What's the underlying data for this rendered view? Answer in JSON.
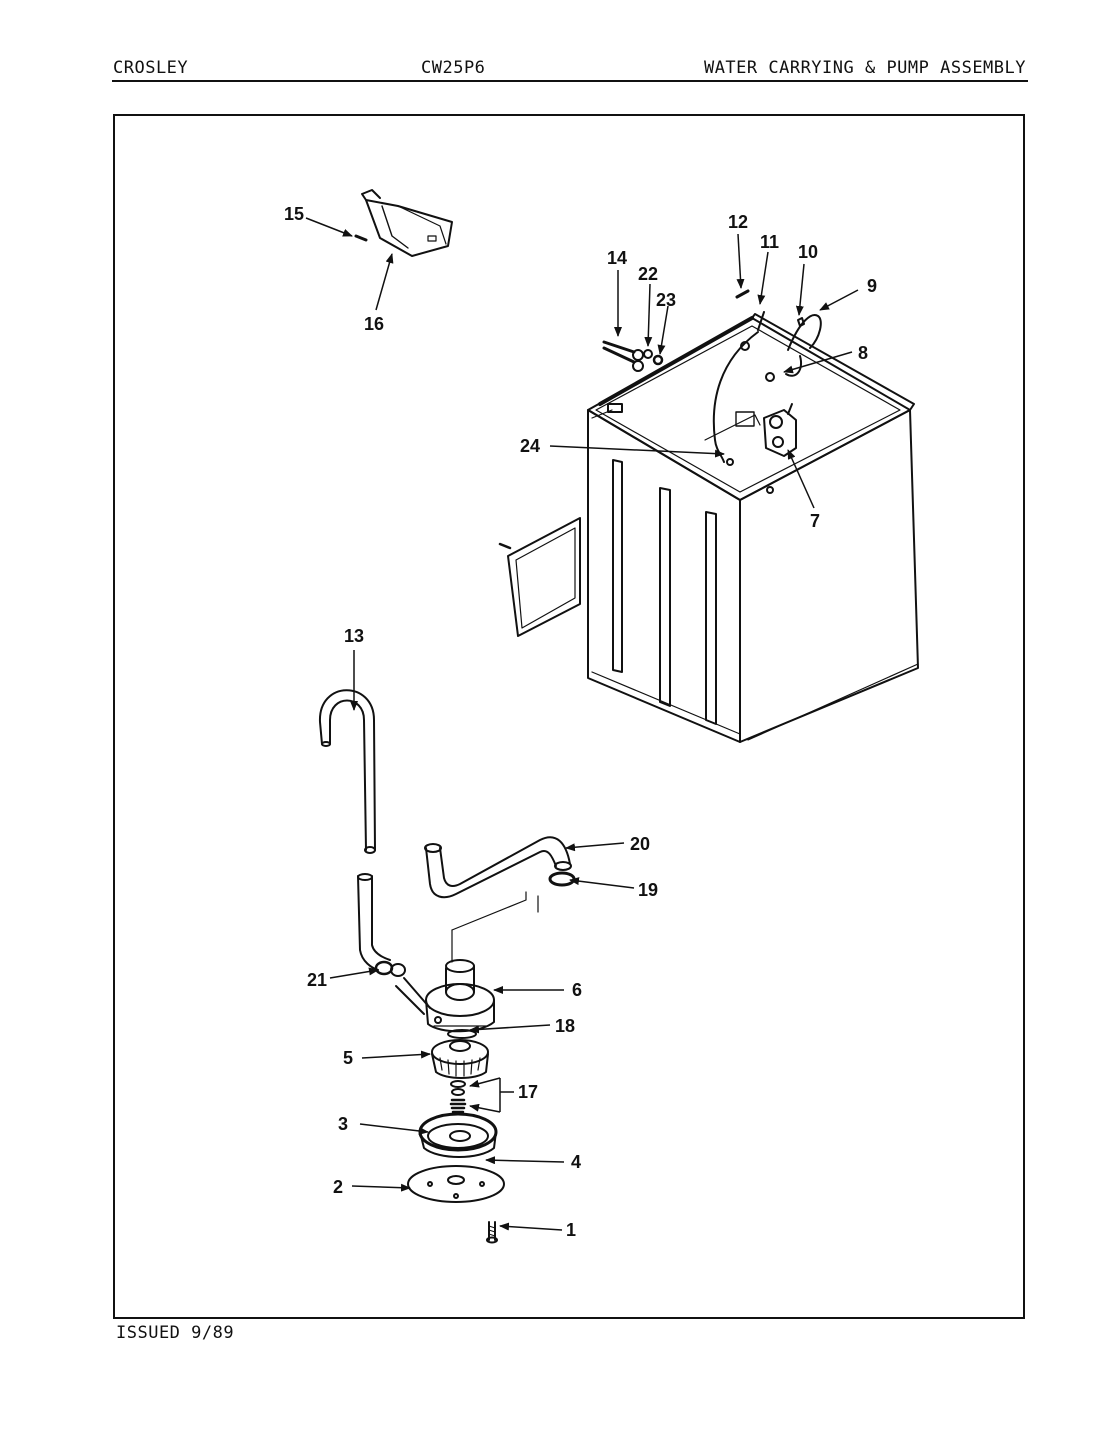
{
  "header": {
    "brand": "CROSLEY",
    "model": "CW25P6",
    "section": "WATER CARRYING & PUMP ASSEMBLY"
  },
  "footer": {
    "issued": "ISSUED 9/89"
  },
  "callouts": {
    "c1": "1",
    "c2": "2",
    "c3": "3",
    "c4": "4",
    "c5": "5",
    "c6": "6",
    "c7": "7",
    "c8": "8",
    "c9": "9",
    "c10": "10",
    "c11": "11",
    "c12": "12",
    "c13": "13",
    "c14": "14",
    "c15": "15",
    "c16": "16",
    "c17": "17",
    "c18": "18",
    "c19": "19",
    "c20": "20",
    "c21": "21",
    "c22": "22",
    "c23": "23",
    "c24": "24"
  }
}
